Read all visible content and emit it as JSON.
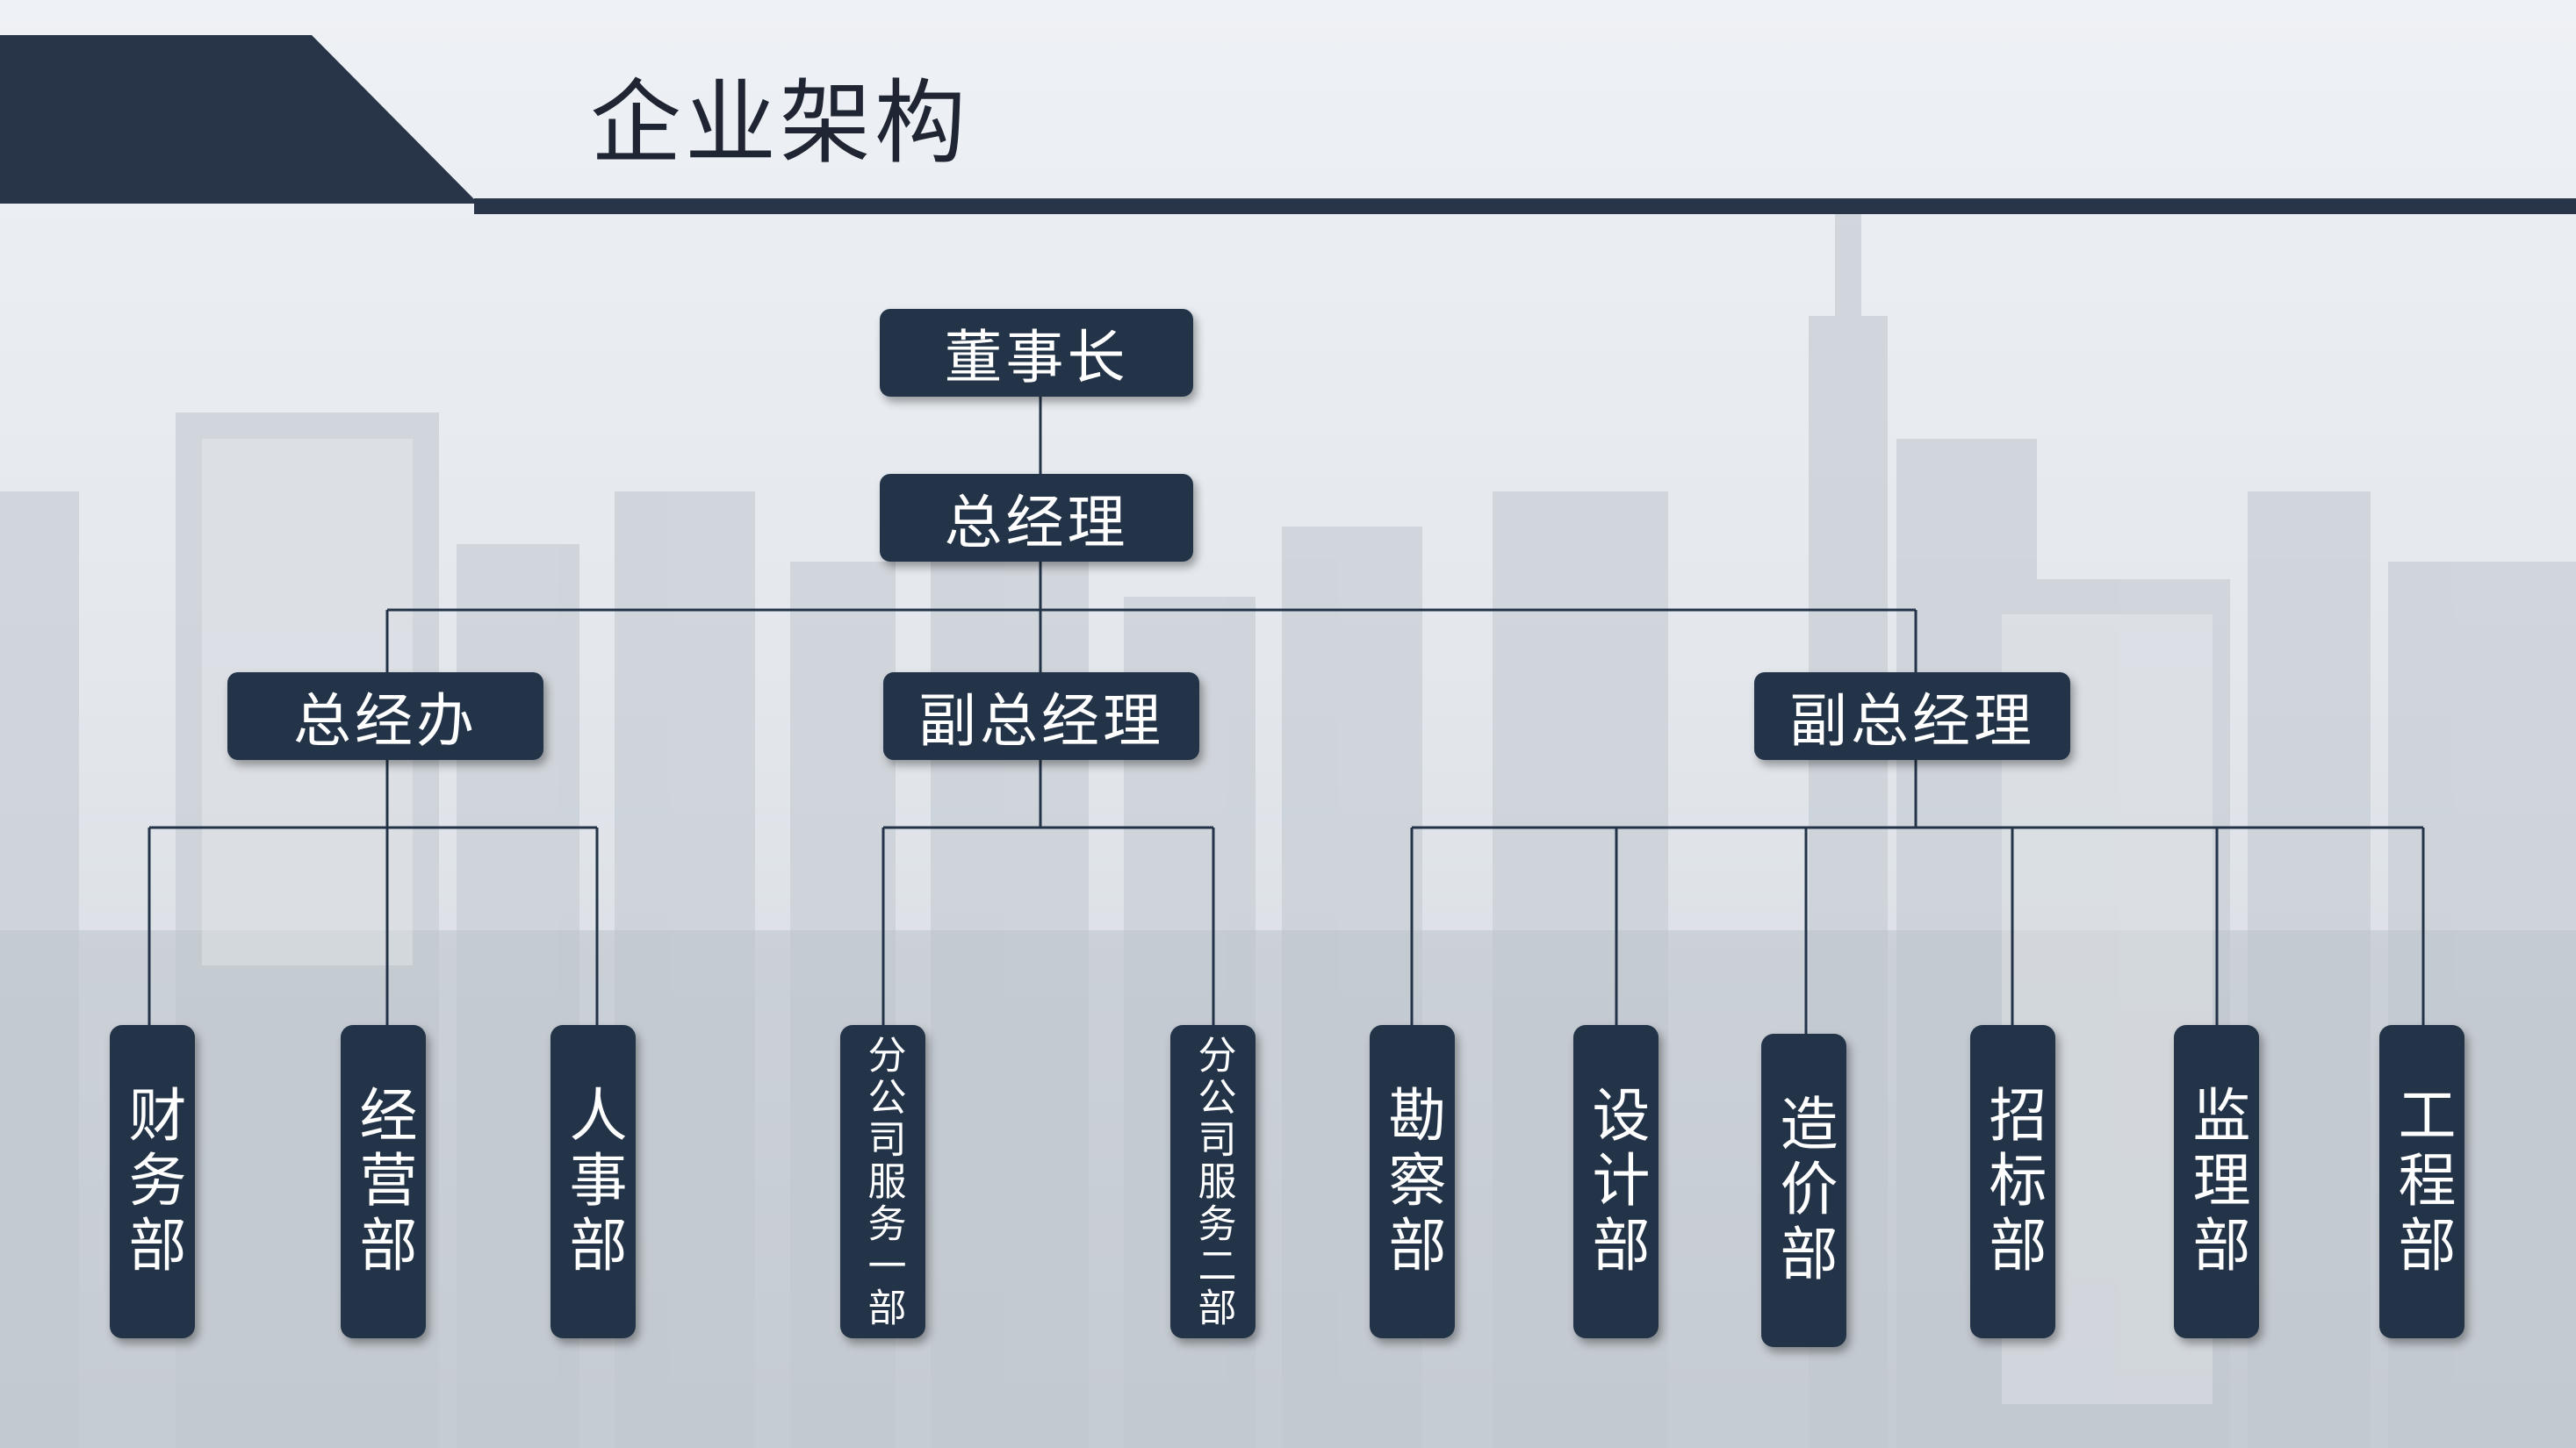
{
  "title": "企业架构",
  "org": {
    "chairman": "董事长",
    "general_manager": "总经理",
    "gm_office": "总经办",
    "deputy_gm_1": "副总经理",
    "deputy_gm_2": "副总经理",
    "departments": {
      "finance": "财务部",
      "operations": "经营部",
      "hr": "人事部",
      "branch_service_1": "分公司服务一部",
      "branch_service_2": "分公司服务二部",
      "survey": "勘察部",
      "design": "设计部",
      "costing": "造价部",
      "bidding": "招标部",
      "supervision": "监理部",
      "engineering": "工程部"
    }
  },
  "colors": {
    "box_fill": "#233449",
    "box_text": "#ffffff",
    "header_band": "#283447",
    "connector": "#233449",
    "title_text": "#1f2533"
  }
}
